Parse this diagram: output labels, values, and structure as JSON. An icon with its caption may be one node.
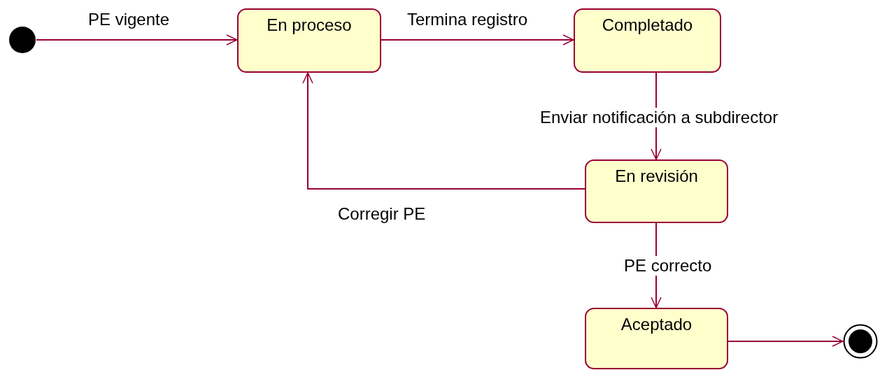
{
  "diagram": {
    "nodes": [
      {
        "text": [],
        "shape": "circle"
      },
      {
        "text": [
          "En proceso"
        ]
      },
      {
        "text": [
          "Completado"
        ]
      },
      {
        "text": [
          "En revisión"
        ]
      },
      {
        "text": [
          "Aceptado"
        ]
      },
      {
        "text": [],
        "shape": "circle"
      }
    ],
    "edges": [
      {
        "from": 0,
        "to": 1,
        "arrow": "to",
        "label": "PE vigente"
      },
      {
        "from": 1,
        "to": 2,
        "arrow": "to",
        "label": "Termina registro"
      },
      {
        "from": 2,
        "to": 3,
        "arrow": "to",
        "label": "Enviar notificación a subdirector"
      },
      {
        "from": 3,
        "to": 1,
        "arrow": "to",
        "label": "Corregir PE"
      },
      {
        "from": 3,
        "to": 4,
        "arrow": "to",
        "label": "PE correcto"
      },
      {
        "from": 4,
        "to": 5,
        "arrow": "to"
      }
    ]
  }
}
